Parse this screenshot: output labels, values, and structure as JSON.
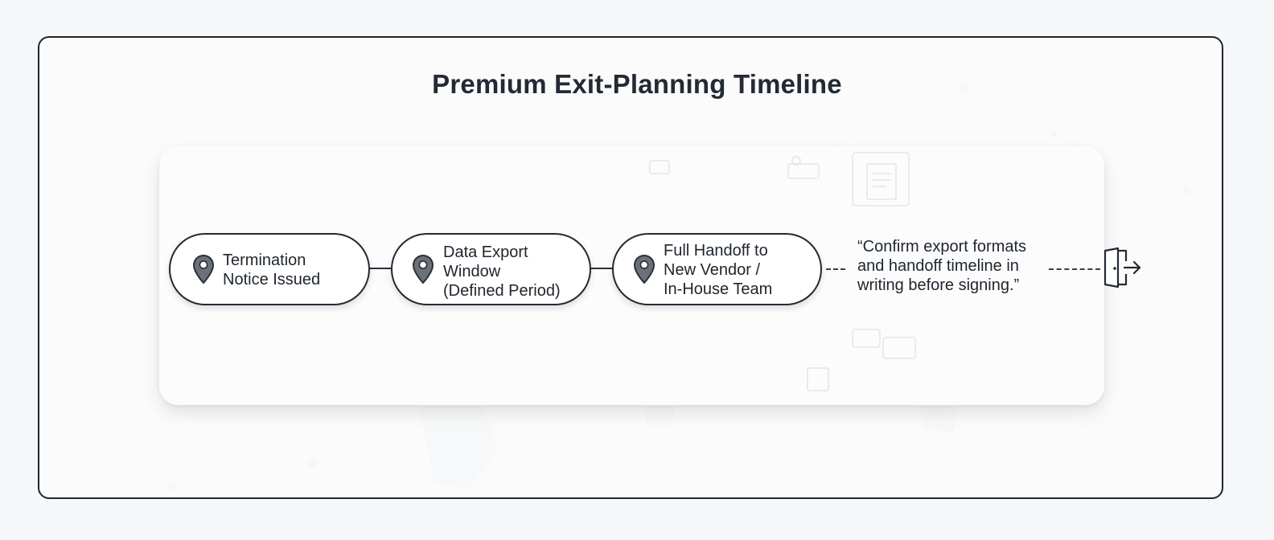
{
  "title": "Premium Exit-Planning Timeline",
  "nodes": [
    {
      "lines": [
        "Termination",
        "Notice Issued"
      ],
      "icon": "map-pin-icon"
    },
    {
      "lines": [
        "Data Export",
        "Window",
        "(Defined Period)"
      ],
      "icon": "map-pin-icon"
    },
    {
      "lines": [
        "Full Handoff to",
        "New Vendor /",
        "In-House Team"
      ],
      "icon": "map-pin-icon"
    }
  ],
  "note": {
    "lines": [
      "“Confirm export formats",
      "and handoff timeline in",
      "writing before signing.”"
    ]
  },
  "end_icon": "exit-door-icon",
  "colors": {
    "ink": "#232a33",
    "pin_fill": "#6b7079",
    "background": "#f6f7f8"
  }
}
